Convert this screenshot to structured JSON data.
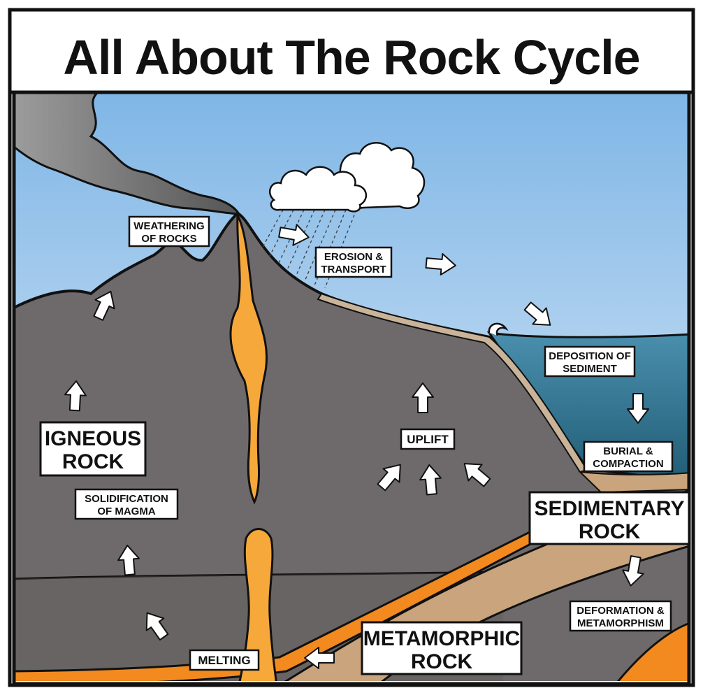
{
  "title": "All About The Rock Cycle",
  "colors": {
    "sky_top": "#7fb6e6",
    "sky_bottom": "#eef4fa",
    "mountain": "#6e6a6c",
    "mantle": "#5e5956",
    "magma": "#f7a83b",
    "magma_layer": "#f28a1f",
    "sediment": "#c9a47c",
    "sea": "#2e6f8a",
    "smoke": "#7a7a7a"
  },
  "labels": {
    "weathering": [
      "WEATHERING",
      "OF ROCKS"
    ],
    "erosion": [
      "EROSION &",
      "TRANSPORT"
    ],
    "deposition": [
      "DEPOSITION OF",
      "SEDIMENT"
    ],
    "uplift": "UPLIFT",
    "burial": [
      "BURIAL &",
      "COMPACTION"
    ],
    "igneous": [
      "IGNEOUS",
      "ROCK"
    ],
    "solidification": [
      "SOLIDIFICATION",
      "OF MAGMA"
    ],
    "sedimentary": [
      "SEDIMENTARY",
      "ROCK"
    ],
    "deformation": [
      "DEFORMATION &",
      "METAMORPHISM"
    ],
    "metamorphic": [
      "METAMORPHIC",
      "ROCK"
    ],
    "melting": "MELTING"
  },
  "icons": {
    "volcano": "volcano-icon",
    "cloud": "cloud-icon",
    "rain": "rain-icon",
    "arrow": "arrow-icon"
  }
}
